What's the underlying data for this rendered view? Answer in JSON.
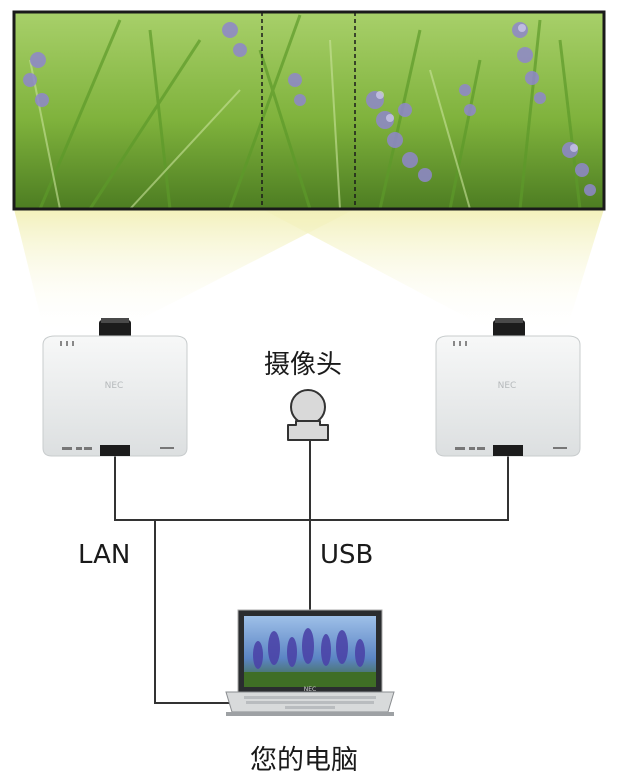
{
  "labels": {
    "camera": "摄像头",
    "lan": "LAN",
    "usb": "USB",
    "computer": "您的电脑"
  },
  "projector": {
    "brand_mark": "NEC"
  },
  "laptop": {
    "brand_mark": "NEC"
  },
  "colors": {
    "frame": "#1a1a1a",
    "beam": "#f6f5cf",
    "projector_body": "#eceeee",
    "cable": "#333333",
    "grass_dark": "#3f6b1a",
    "grass_light": "#9cc74a",
    "flower": "#8d86c9"
  }
}
